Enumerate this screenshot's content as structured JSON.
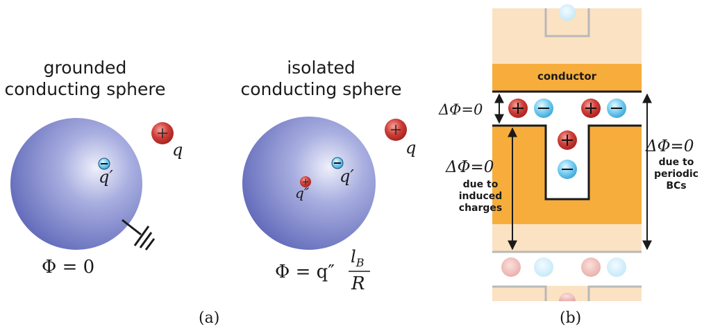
{
  "panel_a": {
    "left_title": [
      "grounded",
      "conducting sphere"
    ],
    "right_title": [
      "isolated",
      "conducting sphere"
    ],
    "charge_q": "q",
    "charge_q_prime": "q′",
    "charge_q_double_prime": "q″",
    "left_potential": "Φ = 0",
    "right_potential_prefix": "Φ = q″",
    "right_potential_numerator": "l",
    "right_potential_subscript": "B",
    "right_potential_denominator": "R",
    "caption": "(a)",
    "plus_sign": "+",
    "minus_sign": "−"
  },
  "panel_b": {
    "conductor_label": "conductor",
    "delta_phi": "ΔΦ=0",
    "induced_note": [
      "due to",
      "induced",
      "charges"
    ],
    "periodic_note": [
      "due to",
      "periodic",
      "BCs"
    ],
    "caption": "(b)"
  },
  "colors": {
    "sphere": "#6f78c4",
    "positive_charge": "#c8302c",
    "negative_charge": "#4fb8e6",
    "conductor": "#f7ad3c",
    "periodic_image": "#fbe2c2"
  }
}
